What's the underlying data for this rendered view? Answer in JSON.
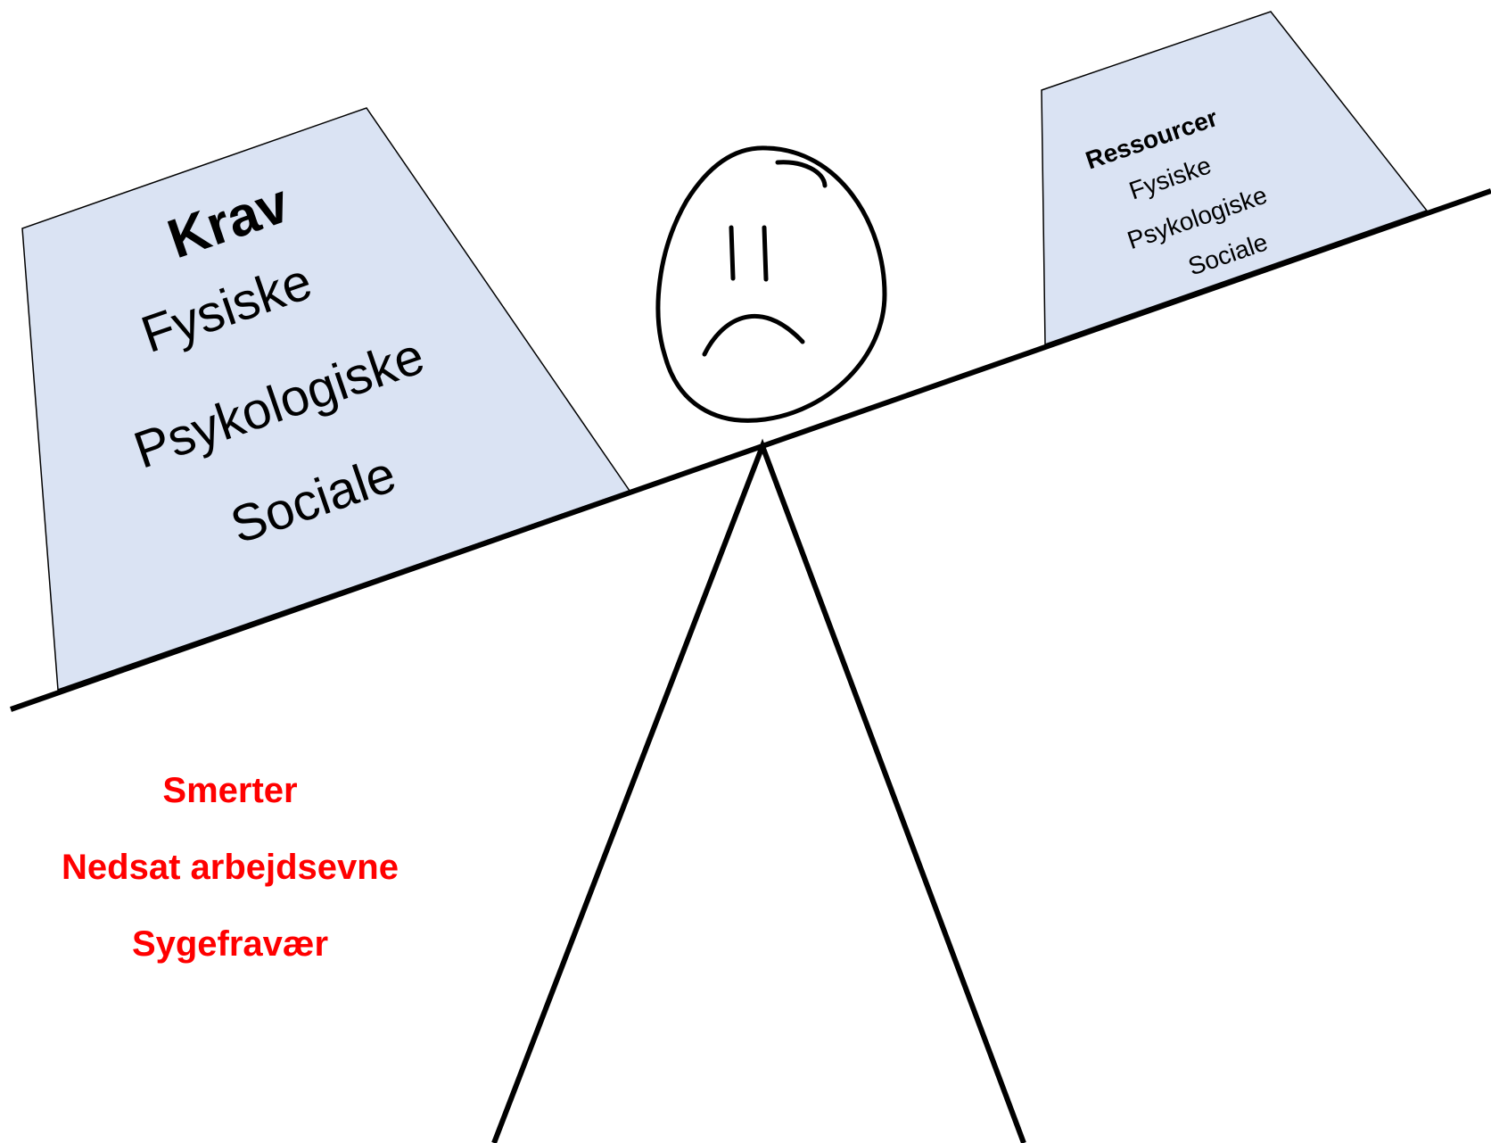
{
  "colors": {
    "weight_fill": "#dae3f3",
    "line": "#000000",
    "effect_text": "#ff0000"
  },
  "demands": {
    "title": "Krav",
    "items": [
      "Fysiske",
      "Psykologiske",
      "Sociale"
    ]
  },
  "resources": {
    "title": "Ressourcer",
    "items": [
      "Fysiske",
      "Psykologiske",
      "Sociale"
    ]
  },
  "figure": {
    "icon": "sad-face-icon"
  },
  "effects": {
    "items": [
      "Smerter",
      "Nedsat arbejdsevne",
      "Sygefravær"
    ]
  }
}
